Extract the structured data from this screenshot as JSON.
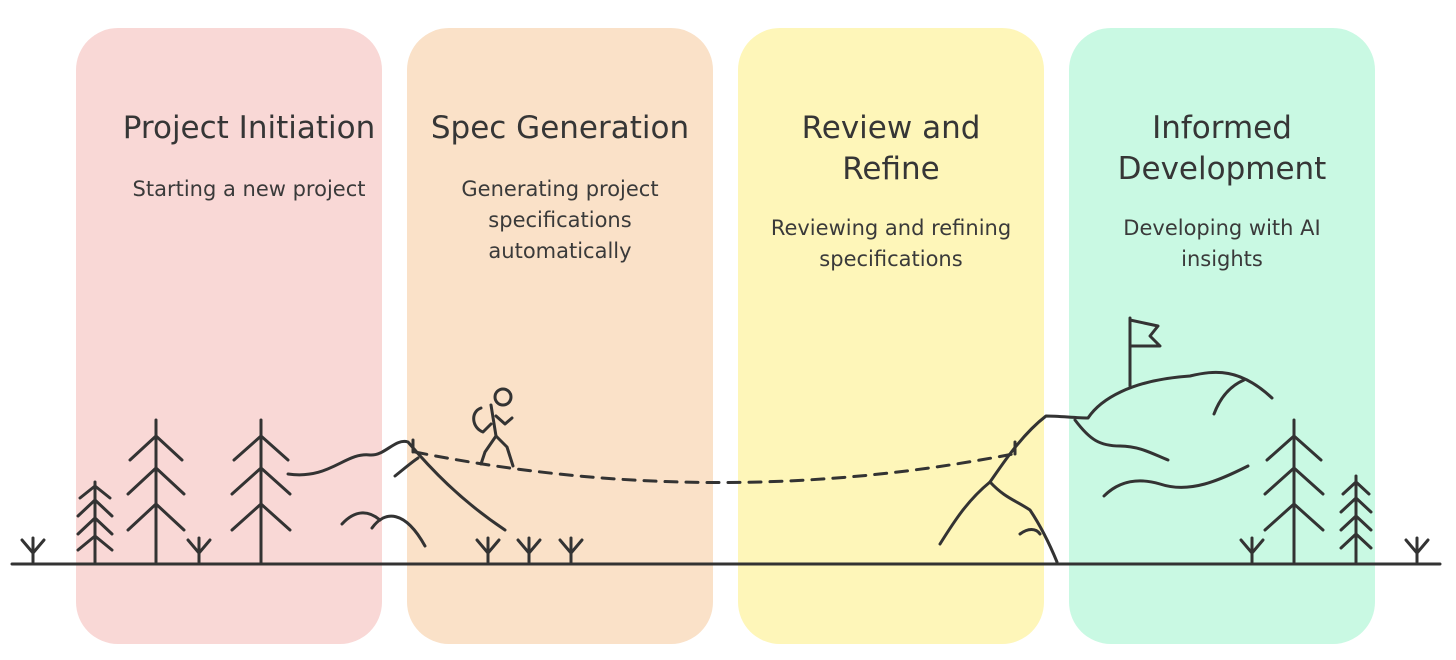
{
  "stages": [
    {
      "title": "Project Initiation",
      "description": "Starting a new project"
    },
    {
      "title": "Spec Generation",
      "description": "Generating project\nspecifications\nautomatically"
    },
    {
      "title": "Review and\nRefine",
      "description": "Reviewing and refining\nspecifications"
    },
    {
      "title": "Informed\nDevelopment",
      "description": "Developing with AI\ninsights"
    }
  ],
  "colors": {
    "stage_1": "#f9d8d6",
    "stage_2": "#fae1c8",
    "stage_3": "#fef6b9",
    "stage_4": "#c9f9e3",
    "line": "#333333"
  },
  "icons": [
    "pine-tree-icon",
    "grass-tuft-icon",
    "mountain-icon",
    "hiker-icon",
    "summit-flag-icon",
    "rope-bridge-icon"
  ]
}
